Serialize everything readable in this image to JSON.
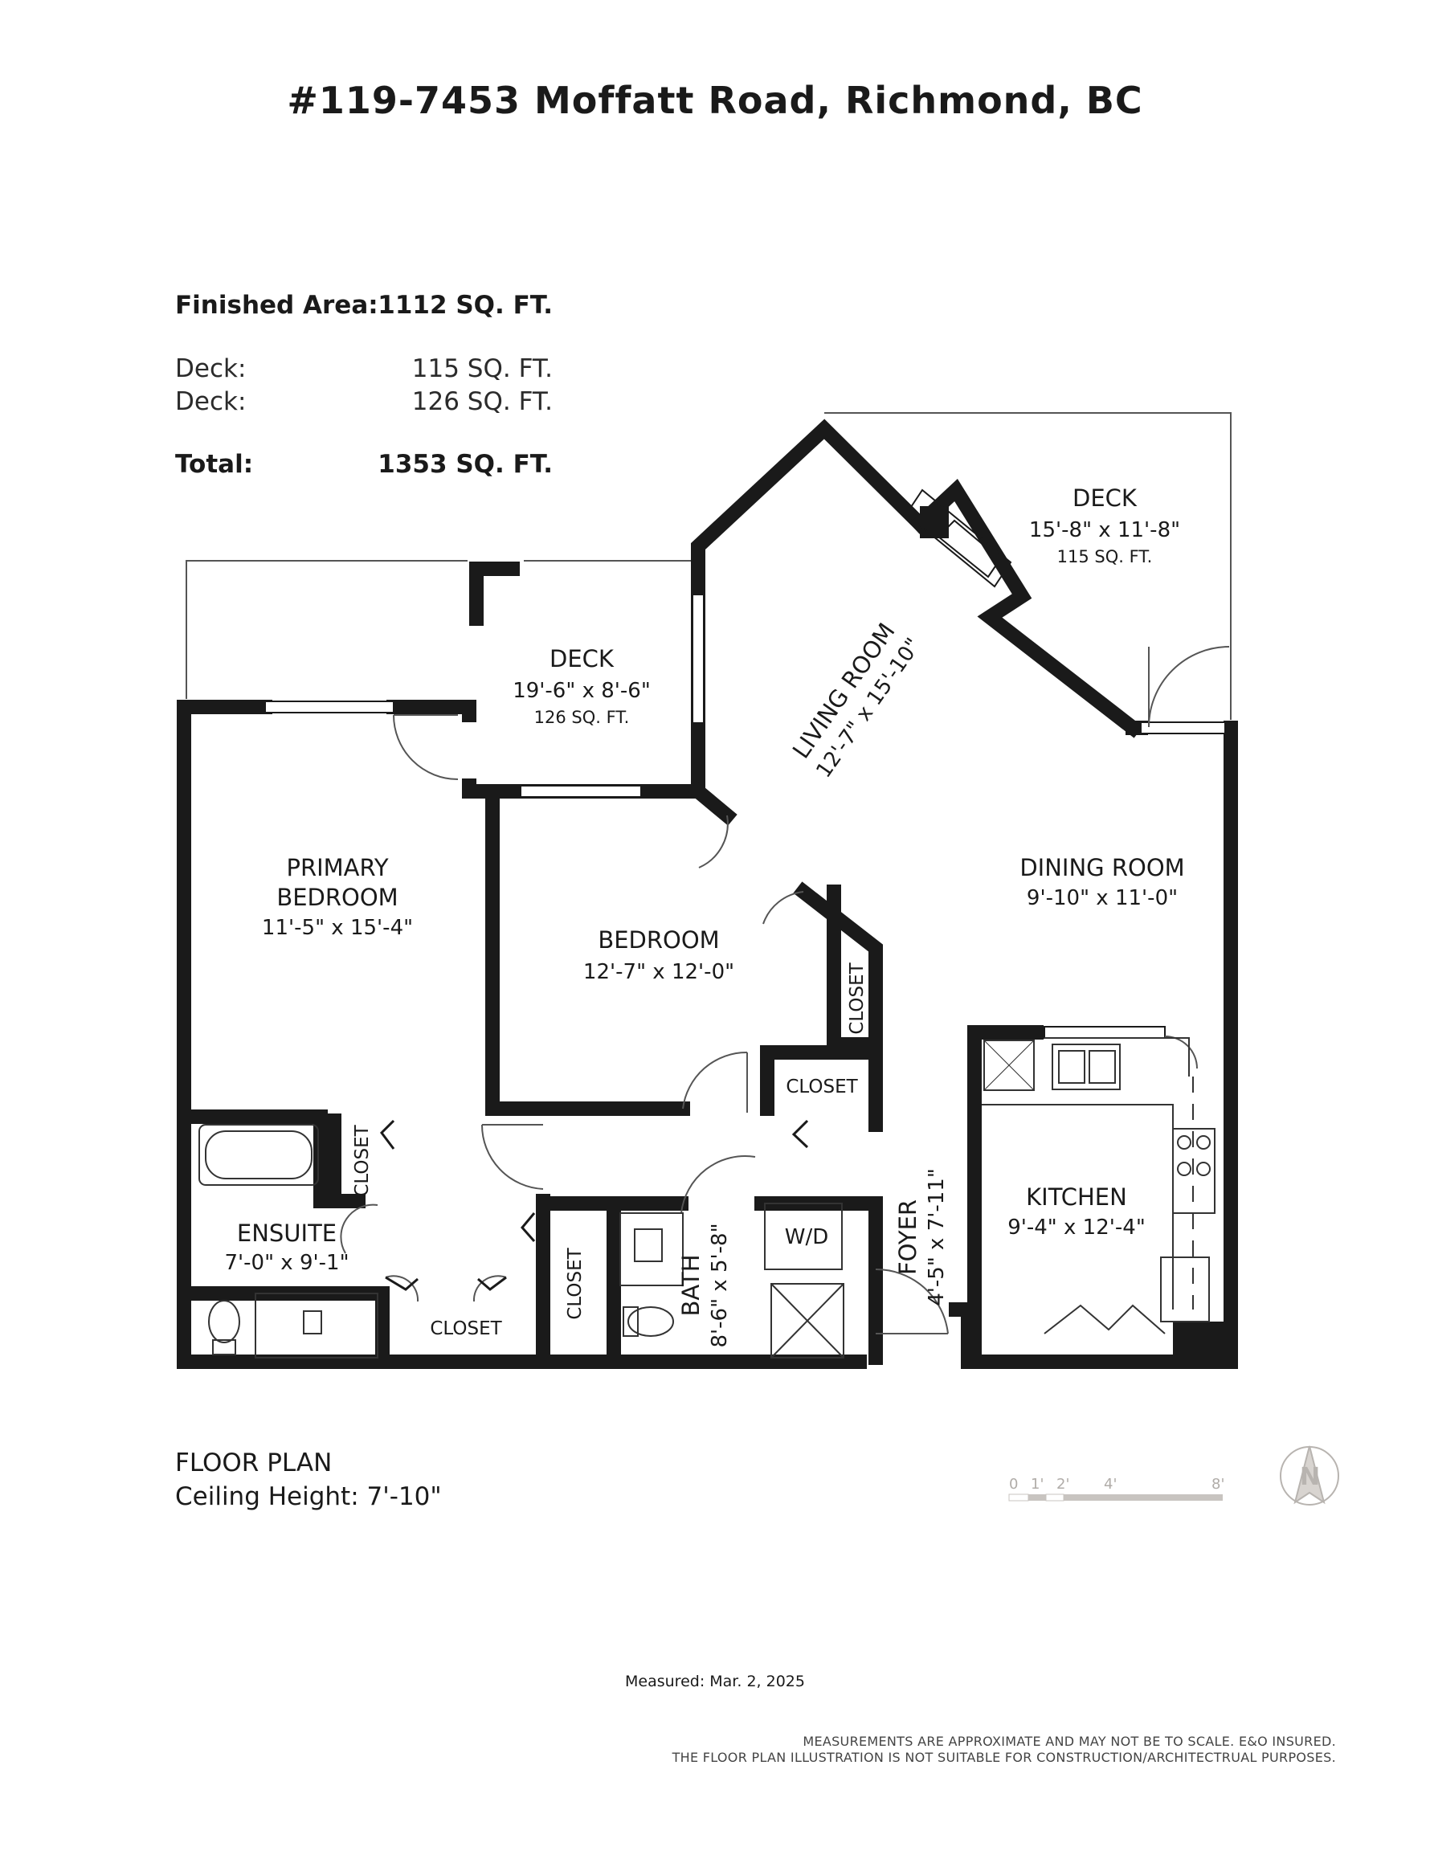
{
  "title": "#119-7453 Moffatt Road, Richmond, BC",
  "areas": {
    "finished": {
      "label": "Finished Area:",
      "value": "1112 SQ. FT."
    },
    "deck1": {
      "label": "Deck:",
      "value": "115 SQ. FT."
    },
    "deck2": {
      "label": "Deck:",
      "value": "126 SQ. FT."
    },
    "total": {
      "label": "Total:",
      "value": "1353 SQ. FT."
    }
  },
  "rooms": {
    "deck_east": {
      "name": "DECK",
      "dims": "15'-8\" x 11'-8\"",
      "area": "115 SQ. FT."
    },
    "deck_west": {
      "name": "DECK",
      "dims": "19'-6\" x 8'-6\"",
      "area": "126 SQ. FT."
    },
    "living": {
      "name": "LIVING ROOM",
      "dims": "12'-7\" x 15'-10\""
    },
    "dining": {
      "name": "DINING ROOM",
      "dims": "9'-10\" x 11'-0\""
    },
    "primary": {
      "name1": "PRIMARY",
      "name2": "BEDROOM",
      "dims": "11'-5\" x 15'-4\""
    },
    "bedroom": {
      "name": "BEDROOM",
      "dims": "12'-7\" x 12'-0\""
    },
    "kitchen": {
      "name": "KITCHEN",
      "dims": "9'-4\" x 12'-4\""
    },
    "ensuite": {
      "name": "ENSUITE",
      "dims": "7'-0\" x 9'-1\""
    },
    "bath": {
      "name": "BATH",
      "dims": "8'-6\" x 5'-8\""
    },
    "foyer": {
      "name": "FOYER",
      "dims": "4'-5\" x 7'-11\""
    },
    "closet": "CLOSET",
    "wd": "W/D"
  },
  "plan_info": {
    "label": "FLOOR PLAN",
    "ceiling": "Ceiling Height: 7'-10\""
  },
  "scale_ticks": [
    "0",
    "1'",
    "2'",
    "4'",
    "8'"
  ],
  "measured": "Measured: Mar. 2, 2025",
  "disclaimer": {
    "line1": "MEASUREMENTS ARE APPROXIMATE AND MAY NOT BE TO SCALE. E&O INSURED.",
    "line2": "THE FLOOR PLAN ILLUSTRATION IS NOT SUITABLE FOR CONSTRUCTION/ARCHITECTRUAL PURPOSES."
  },
  "colors": {
    "wall": "#1a1a1a",
    "scale": "#c8c4c0",
    "text": "#1a1a1a"
  }
}
